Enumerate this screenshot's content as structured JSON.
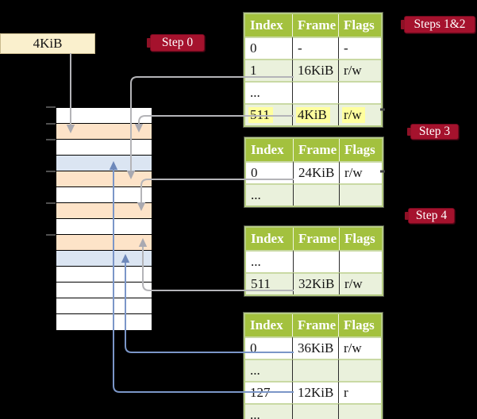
{
  "frame_label": {
    "text": "4KiB"
  },
  "badges": {
    "step0": "Step 0",
    "steps12": "Steps 1&2",
    "step3": "Step 3",
    "step4": "Step 4"
  },
  "memory_stack": {
    "rows": [
      "white",
      "peach",
      "white",
      "blue",
      "peach",
      "white",
      "peach",
      "white",
      "peach",
      "blue",
      "white",
      "white",
      "white",
      "white"
    ]
  },
  "tables": [
    {
      "name": "page-table-l4",
      "headers": [
        "Index",
        "Frame",
        "Flags"
      ],
      "rows": [
        {
          "cells": [
            "0",
            "-",
            "-"
          ],
          "shaded": false,
          "highlight": false
        },
        {
          "cells": [
            "1",
            "16KiB",
            "r/w"
          ],
          "shaded": true,
          "highlight": false
        },
        {
          "cells": [
            "...",
            "",
            ""
          ],
          "shaded": false,
          "highlight": false
        },
        {
          "cells": [
            "511",
            "4KiB",
            "r/w"
          ],
          "shaded": true,
          "highlight": true
        }
      ]
    },
    {
      "name": "page-table-l3",
      "headers": [
        "Index",
        "Frame",
        "Flags"
      ],
      "rows": [
        {
          "cells": [
            "0",
            "24KiB",
            "r/w"
          ],
          "shaded": false,
          "highlight": false
        },
        {
          "cells": [
            "...",
            "",
            ""
          ],
          "shaded": true,
          "highlight": false
        }
      ]
    },
    {
      "name": "page-table-l2",
      "headers": [
        "Index",
        "Frame",
        "Flags"
      ],
      "rows": [
        {
          "cells": [
            "...",
            "",
            ""
          ],
          "shaded": false,
          "highlight": false
        },
        {
          "cells": [
            "511",
            "32KiB",
            "r/w"
          ],
          "shaded": true,
          "highlight": false
        }
      ]
    },
    {
      "name": "page-table-l1",
      "headers": [
        "Index",
        "Frame",
        "Flags"
      ],
      "rows": [
        {
          "cells": [
            "0",
            "36KiB",
            "r/w"
          ],
          "shaded": false,
          "highlight": false
        },
        {
          "cells": [
            "...",
            "",
            ""
          ],
          "shaded": true,
          "highlight": false
        },
        {
          "cells": [
            "127",
            "12KiB",
            "r"
          ],
          "shaded": false,
          "highlight": false
        },
        {
          "cells": [
            "...",
            "",
            ""
          ],
          "shaded": true,
          "highlight": false
        }
      ]
    }
  ],
  "colors": {
    "background": "#000000",
    "header_green": "#a3c13e",
    "row_green": "#eaf1dc",
    "table_border_green": "#b7cd85",
    "peach_frame": "#fde3c8",
    "blue_frame": "#dbe5f2",
    "white_frame": "#ffffff",
    "badge_red": "#a5122d",
    "highlight_yellow": "#ffff9e",
    "gray_line": "#b4b4b8",
    "gray_arrow": "#a9a9b1",
    "blue_line": "#7b96c8",
    "blue_arrow": "#6d88ba",
    "tick_gray": "#6b6b6b",
    "frame_box_fill": "#faf0cd"
  }
}
